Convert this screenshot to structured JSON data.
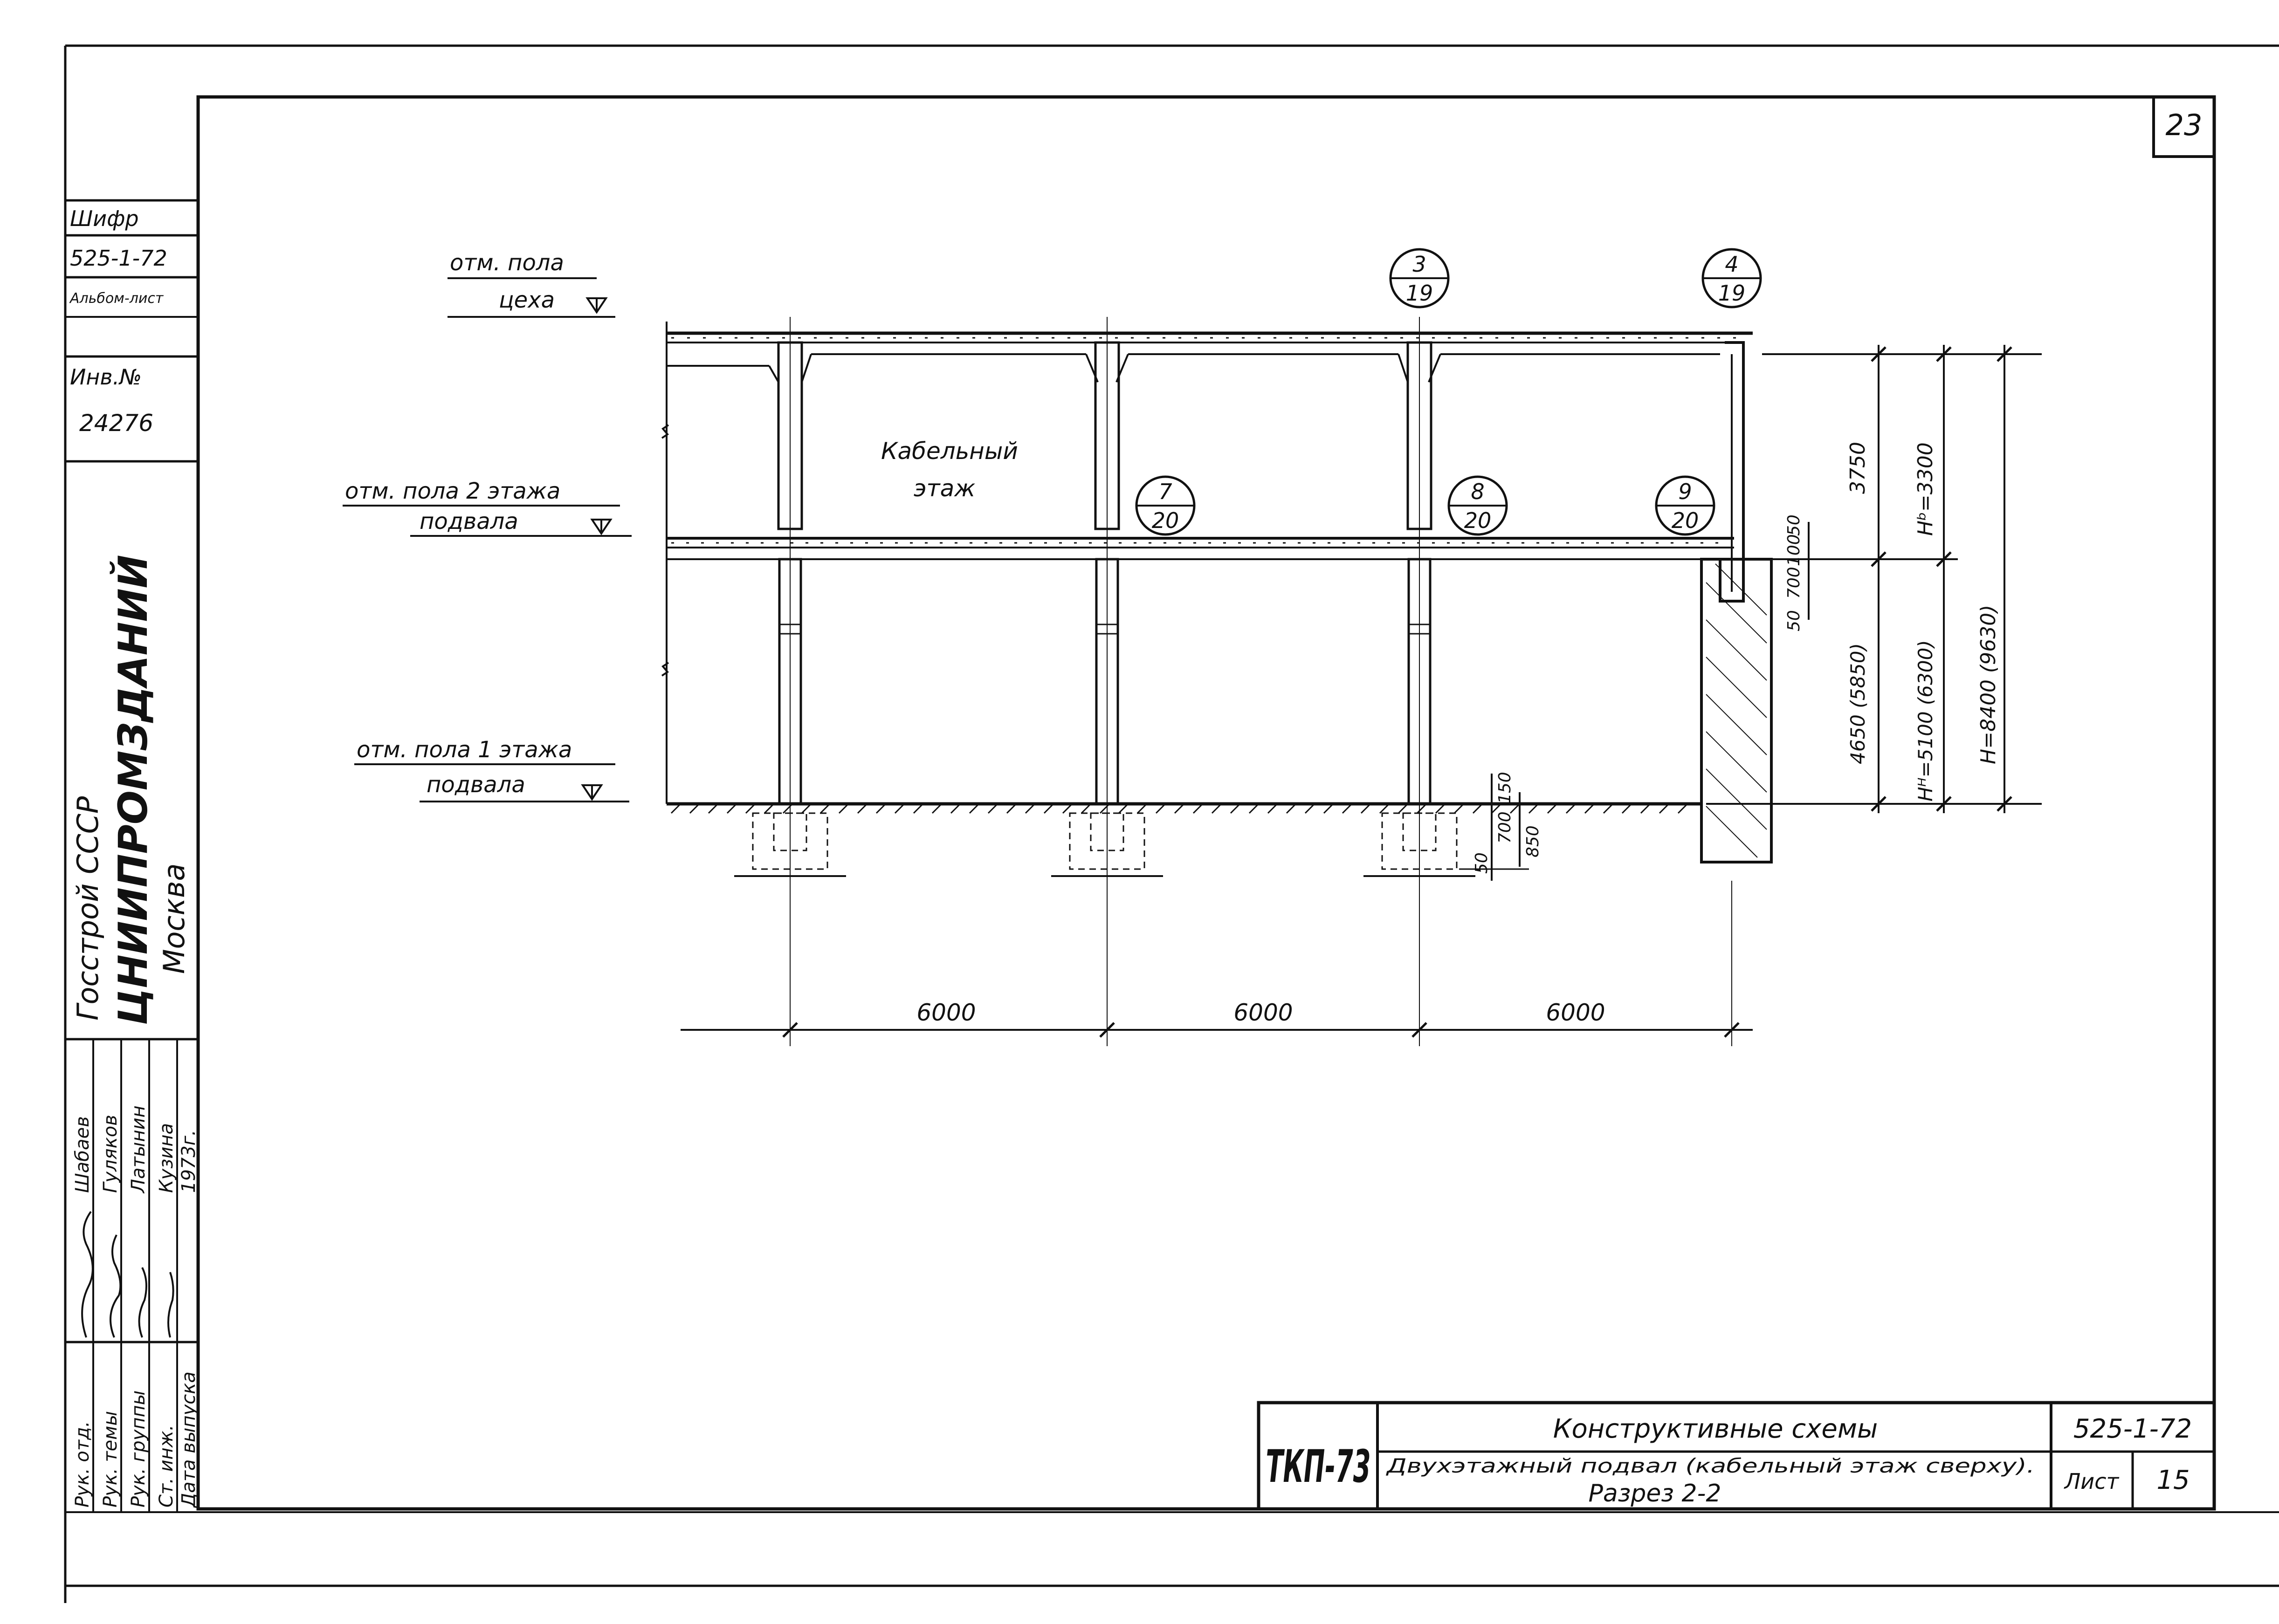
{
  "sheet": {
    "page_number": "23",
    "sheet_no": "15",
    "sheet_label": "Лист",
    "code": "525-1-72",
    "stamp": "ТКП-73",
    "title_line1": "Конструктивные схемы",
    "title_line2": "Двухэтажный подвал (кабельный этаж сверху).",
    "title_line3": "Разрез 2-2"
  },
  "side_block": {
    "cipher_label": "Шифр",
    "cipher_value": "525-1-72",
    "album_sheet": "Альбом-лист",
    "inv_label": "Инв.№",
    "inv_value": "24276",
    "org_line1": "Госстрой СССР",
    "org_line2": "ЦНИИПРОМЗДАНИЙ",
    "org_line3": "Москва",
    "roles": [
      "Рук. отд.",
      "Рук. темы",
      "Рук. группы",
      "Ст. инж.",
      "Дата выпуска"
    ],
    "names": [
      "Шабаев",
      "Гуляков",
      "Латынин",
      "Кузина",
      "1973г."
    ]
  },
  "drawing": {
    "levels": [
      {
        "line1": "отм. пола",
        "line2": "цеха"
      },
      {
        "line1": "отм. пола 2 этажа",
        "line2": "подвала"
      },
      {
        "line1": "отм. пола 1 этажа",
        "line2": "подвала"
      }
    ],
    "room_label_1": "Кабельный",
    "room_label_2": "этаж",
    "callouts": [
      {
        "top": "3",
        "bottom": "19"
      },
      {
        "top": "4",
        "bottom": "19"
      },
      {
        "top": "7",
        "bottom": "20"
      },
      {
        "top": "8",
        "bottom": "20"
      },
      {
        "top": "9",
        "bottom": "20"
      }
    ],
    "spans": [
      "6000",
      "6000",
      "6000"
    ],
    "dims": {
      "d3750": "3750",
      "h3300": "Нᵇ=3300",
      "h8400": "Н=8400 (9630)",
      "d4650": "4650 (5850)",
      "h5100": "Нᴴ=5100 (6300)",
      "d50a": "50",
      "d100": "100",
      "d700": "700",
      "d50b": "50",
      "f150": "150",
      "f700": "700",
      "f50": "50",
      "f850": "850"
    }
  }
}
